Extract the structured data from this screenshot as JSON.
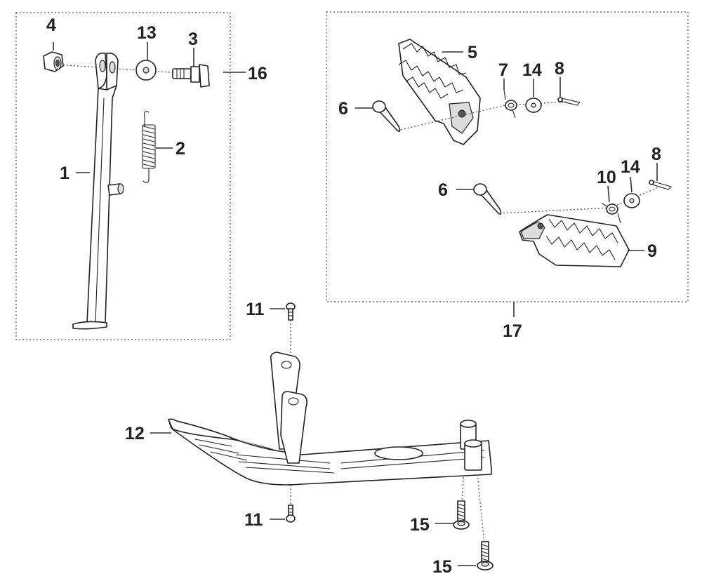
{
  "callouts": {
    "c1": "1",
    "c2": "2",
    "c3": "3",
    "c4": "4",
    "c5": "5",
    "c6a": "6",
    "c6b": "6",
    "c7": "7",
    "c8a": "8",
    "c8b": "8",
    "c9": "9",
    "c10": "10",
    "c11a": "11",
    "c11b": "11",
    "c12": "12",
    "c13": "13",
    "c14a": "14",
    "c14b": "14",
    "c15a": "15",
    "c15b": "15",
    "c16": "16",
    "c17": "17"
  }
}
